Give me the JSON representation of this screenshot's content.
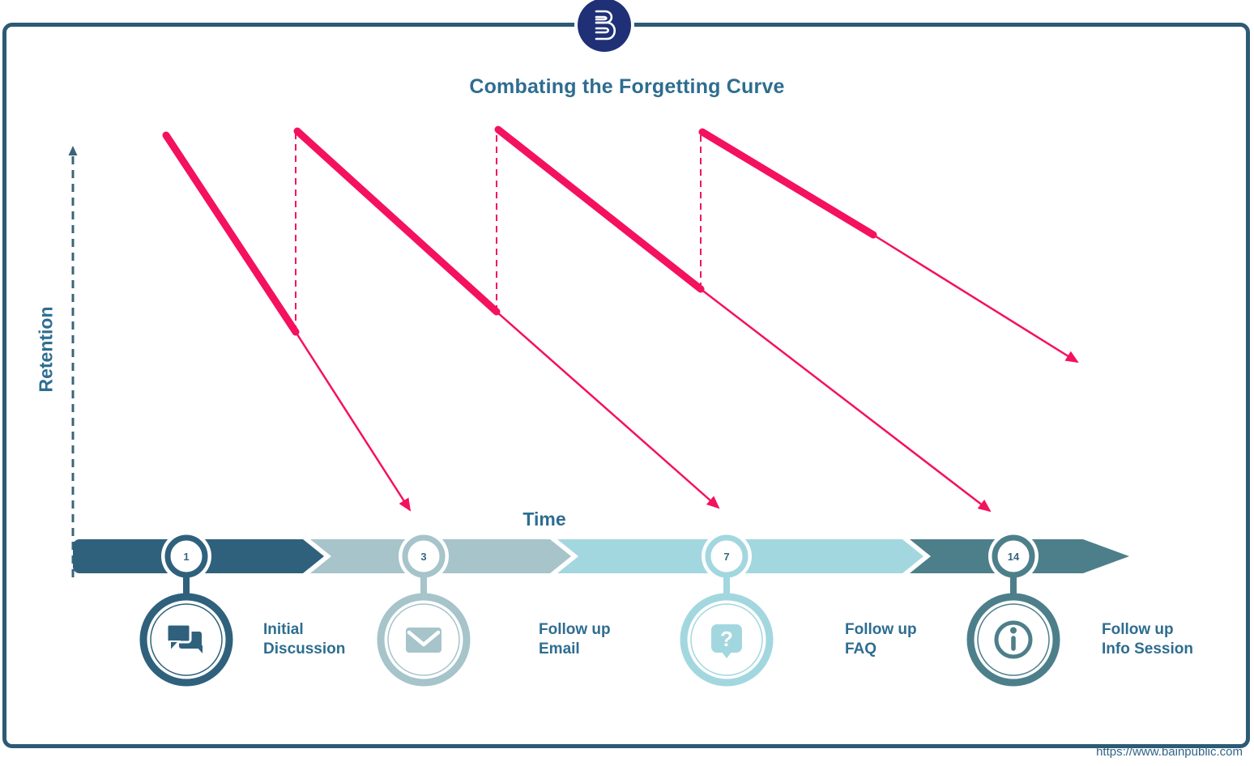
{
  "title": "Combating the Forgetting Curve",
  "axes": {
    "y_label": "Retention",
    "x_label": "Time"
  },
  "logo": {
    "name": "bainpublic-logo",
    "bg_color": "#1f3076"
  },
  "footer": {
    "url": "https://www.bainpublic.com"
  },
  "colors": {
    "frame_border": "#2d5a75",
    "curve_pink": "#f4115f",
    "heading_teal": "#2e6d90",
    "axis_dark": "#3b6478"
  },
  "icons": {
    "question_glyph": "?",
    "chat": "chat-icon",
    "email": "email-icon",
    "faq": "question-icon",
    "info": "info-icon"
  },
  "milestones": [
    {
      "number": "1",
      "label_line1": "Initial",
      "label_line2": "Discussion",
      "icon": "chat-icon",
      "color": "#2f617d"
    },
    {
      "number": "3",
      "label_line1": "Follow up",
      "label_line2": "Email",
      "icon": "email-icon",
      "color": "#a6c4ca"
    },
    {
      "number": "7",
      "label_line1": "Follow up",
      "label_line2": "FAQ",
      "icon": "question-icon",
      "color": "#a3d7df"
    },
    {
      "number": "14",
      "label_line1": "Follow up",
      "label_line2": "Info Session",
      "icon": "info-icon",
      "color": "#4d7f8a"
    }
  ],
  "chart_data": {
    "type": "line",
    "title": "Combating the Forgetting Curve",
    "xlabel": "Time",
    "ylabel": "Retention",
    "description": "Sawtooth forgetting curves: retention decays after initial discussion and is reset to full by each follow-up at days 1, 3, 7, 14; each successive decay is shallower.",
    "milestone_days": [
      1,
      3,
      7,
      14
    ],
    "curves": [
      {
        "thick": [
          205,
          167,
          365,
          410
        ],
        "thin": [
          365,
          410,
          506,
          630
        ],
        "reset_dash": [
          365,
          410,
          365,
          163
        ]
      },
      {
        "thick": [
          367,
          162,
          613,
          385
        ],
        "thin": [
          613,
          385,
          887,
          627
        ],
        "reset_dash": [
          613,
          385,
          613,
          162
        ]
      },
      {
        "thick": [
          615,
          160,
          865,
          357
        ],
        "thin": [
          865,
          357,
          1222,
          631
        ],
        "reset_dash": [
          865,
          357,
          865,
          163
        ]
      },
      {
        "thick": [
          867,
          163,
          1078,
          290
        ],
        "thin": [
          1078,
          290,
          1330,
          447
        ],
        "reset_dash": null
      }
    ]
  },
  "timeline": {
    "segments": [
      {
        "color": "#2f617d"
      },
      {
        "color": "#a6c4ca"
      },
      {
        "color": "#a3d7df"
      },
      {
        "color": "#4d7f8a"
      }
    ]
  }
}
